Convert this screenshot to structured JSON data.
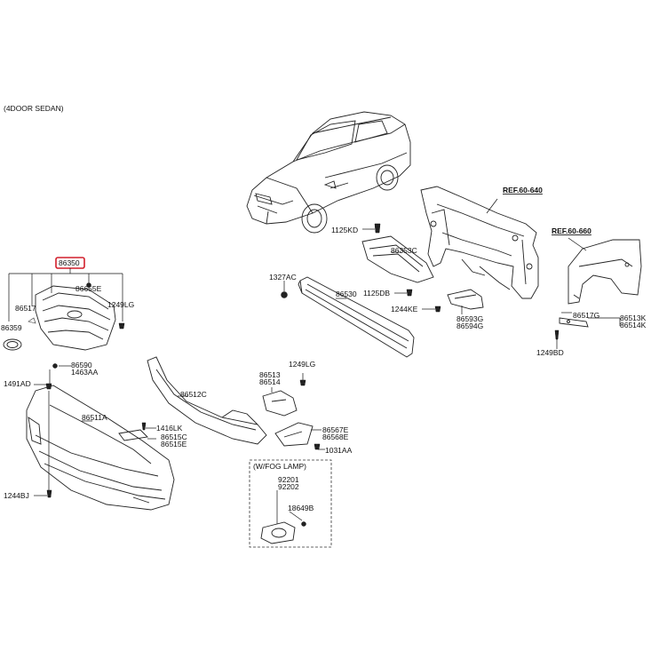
{
  "variant_note": "(4DOOR SEDAN)",
  "highlight_color": "#d21f2b",
  "refs": {
    "ref_60_640": "REF.60-640",
    "ref_60_660": "REF.60-660"
  },
  "option_box": {
    "label": "(W/FOG LAMP)"
  },
  "labels": {
    "p86350": "86350",
    "p86655E": "86655E",
    "p86517": "86517",
    "p1249LG_a": "1249LG",
    "p86359": "86359",
    "p1125KD": "1125KD",
    "p86353C": "86353C",
    "p1327AC": "1327AC",
    "p86530": "86530",
    "p1125DB": "1125DB",
    "p1244KE": "1244KE",
    "p86593G": "86593G",
    "p86594G": "86594G",
    "p86517G": "86517G",
    "p86513K": "86513K",
    "p86514K": "86514K",
    "p1249BD": "1249BD",
    "p86590": "86590",
    "p1463AA": "1463AA",
    "p1491AD": "1491AD",
    "p86511A": "86511A",
    "p1416LK": "1416LK",
    "p86515C": "86515C",
    "p86515E": "86515E",
    "p1244BJ": "1244BJ",
    "p86512C": "86512C",
    "p1249LG_b": "1249LG",
    "p86513": "86513",
    "p86514": "86514",
    "p86567E": "86567E",
    "p86568E": "86568E",
    "p1031AA": "1031AA",
    "p92201": "92201",
    "p92202": "92202",
    "p18649B": "18649B"
  }
}
